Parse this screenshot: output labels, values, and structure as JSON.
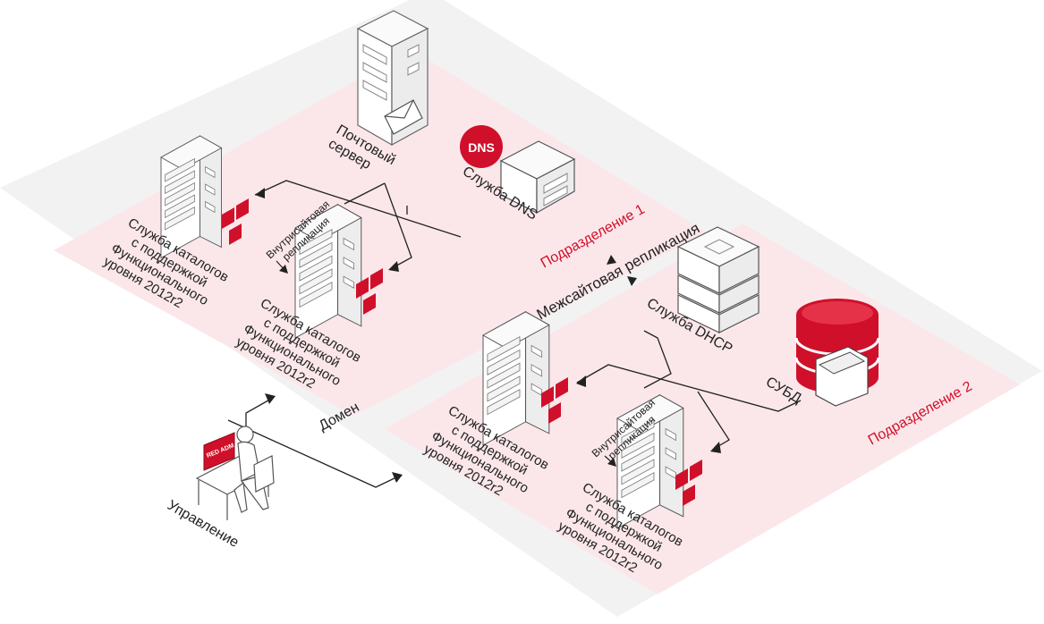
{
  "colors": {
    "accent": "#d0102a",
    "zone_fill": "#fbe7ea",
    "domain_fill": "#f2f2f2",
    "line": "#222222"
  },
  "labels": {
    "mail_server": [
      "Почтовый",
      "сервер"
    ],
    "dns_badge": "DNS",
    "dns_service": "Служба DNS",
    "subdivision_1": "Подразделение 1",
    "subdivision_2": "Подразделение 2",
    "intersite_replication": "Межсайтовая репликация",
    "dhcp_service": "Служба DHCP",
    "dbms": "СУБД",
    "domain": "Домен",
    "management": "Управление",
    "monitor_brand": "RED ADM",
    "intrasite_replication": [
      "Внутрисайтовая",
      "репликация"
    ],
    "directory_service": [
      "Служба каталогов",
      "с поддержкой",
      "Функционального",
      "уровня 2012r2"
    ]
  },
  "icons": [
    "mail-server-icon",
    "dns-server-icon",
    "directory-server-icon",
    "red-cube-icon",
    "dhcp-server-icon",
    "database-icon",
    "folder-icon",
    "admin-workstation-icon"
  ]
}
